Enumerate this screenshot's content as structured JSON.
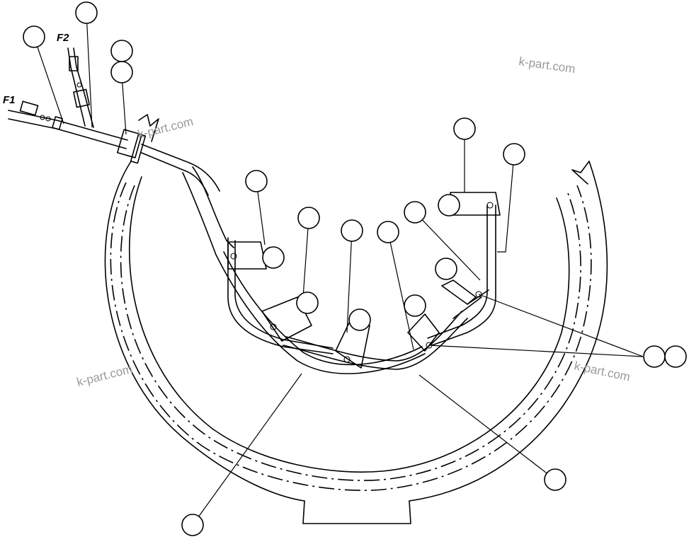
{
  "labels": {
    "f1": "F1",
    "f2": "F2"
  },
  "watermarks": {
    "top_right": "k-part.com",
    "top_center": "k-part.com",
    "left": "k-part.com",
    "right": "k-part.com"
  },
  "colors": {
    "line": "#000000",
    "background": "#ffffff",
    "watermark": "#9a9a9a"
  }
}
